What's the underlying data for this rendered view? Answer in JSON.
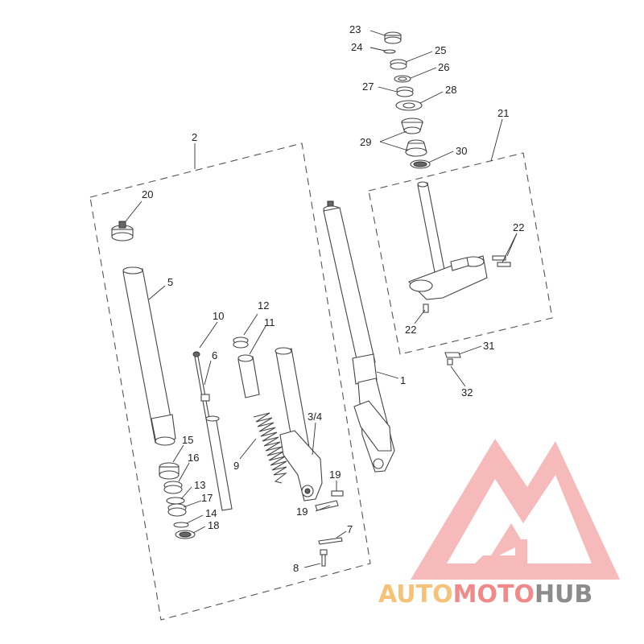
{
  "callouts": [
    {
      "id": "c1",
      "text": "1"
    },
    {
      "id": "c2",
      "text": "2"
    },
    {
      "id": "c34",
      "text": "3/4"
    },
    {
      "id": "c5",
      "text": "5"
    },
    {
      "id": "c6",
      "text": "6"
    },
    {
      "id": "c7",
      "text": "7"
    },
    {
      "id": "c8",
      "text": "8"
    },
    {
      "id": "c9",
      "text": "9"
    },
    {
      "id": "c10",
      "text": "10"
    },
    {
      "id": "c11",
      "text": "11"
    },
    {
      "id": "c12",
      "text": "12"
    },
    {
      "id": "c13",
      "text": "13"
    },
    {
      "id": "c14",
      "text": "14"
    },
    {
      "id": "c15",
      "text": "15"
    },
    {
      "id": "c16",
      "text": "16"
    },
    {
      "id": "c17",
      "text": "17"
    },
    {
      "id": "c18",
      "text": "18"
    },
    {
      "id": "c19a",
      "text": "19"
    },
    {
      "id": "c19b",
      "text": "19"
    },
    {
      "id": "c20",
      "text": "20"
    },
    {
      "id": "c21",
      "text": "21"
    },
    {
      "id": "c22a",
      "text": "22"
    },
    {
      "id": "c22b",
      "text": "22"
    },
    {
      "id": "c23",
      "text": "23"
    },
    {
      "id": "c24",
      "text": "24"
    },
    {
      "id": "c25",
      "text": "25"
    },
    {
      "id": "c26",
      "text": "26"
    },
    {
      "id": "c27",
      "text": "27"
    },
    {
      "id": "c28",
      "text": "28"
    },
    {
      "id": "c29",
      "text": "29"
    },
    {
      "id": "c30",
      "text": "30"
    },
    {
      "id": "c31",
      "text": "31"
    },
    {
      "id": "c32",
      "text": "32"
    }
  ],
  "watermark": {
    "part1": "AUTO",
    "part2": "MOTO",
    "part3": "HUB",
    "color1": "#f5c27a",
    "color2": "#f08a8a",
    "color3": "#8c8c8c",
    "logo_color": "#f08080",
    "logo_icon": "mountain-a-logo"
  }
}
